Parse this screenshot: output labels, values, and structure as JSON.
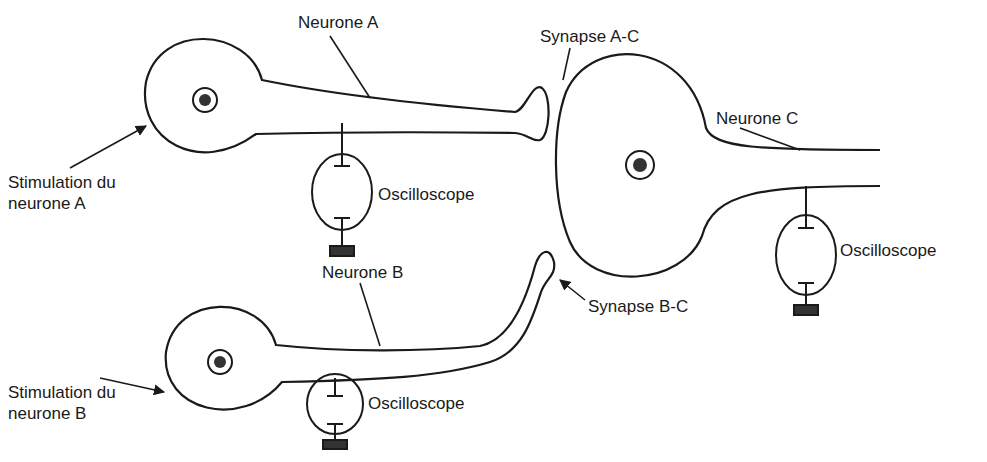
{
  "diagram": {
    "labels": [
      "Neurone A",
      "Synapse A-C",
      "Neurone C",
      "Stimulation du neurone A",
      "Oscilloscope",
      "Oscilloscope",
      "Neurone B",
      "Synapse B-C",
      "Oscilloscope",
      "Stimulation du neurone B"
    ]
  }
}
